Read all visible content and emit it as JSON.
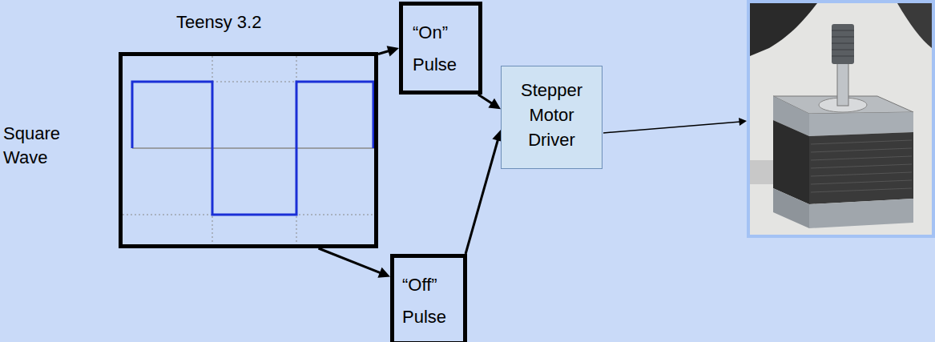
{
  "diagram": {
    "nodes": [
      {
        "text": [
          "Teensy 3.2"
        ]
      },
      {
        "text": [
          "“On” Pulse"
        ]
      },
      {
        "text": [
          "“Off” Pulse"
        ]
      },
      {
        "text": [
          "Stepper Motor Driver"
        ]
      }
    ],
    "edges": [
      {
        "from": 0,
        "to": 1,
        "arrow": "to"
      },
      {
        "from": 0,
        "to": 2,
        "arrow": "to"
      },
      {
        "from": 1,
        "to": 3,
        "arrow": "to"
      },
      {
        "from": 2,
        "to": 3,
        "arrow": "to"
      }
    ],
    "labels": [
      "Square Wave"
    ]
  }
}
